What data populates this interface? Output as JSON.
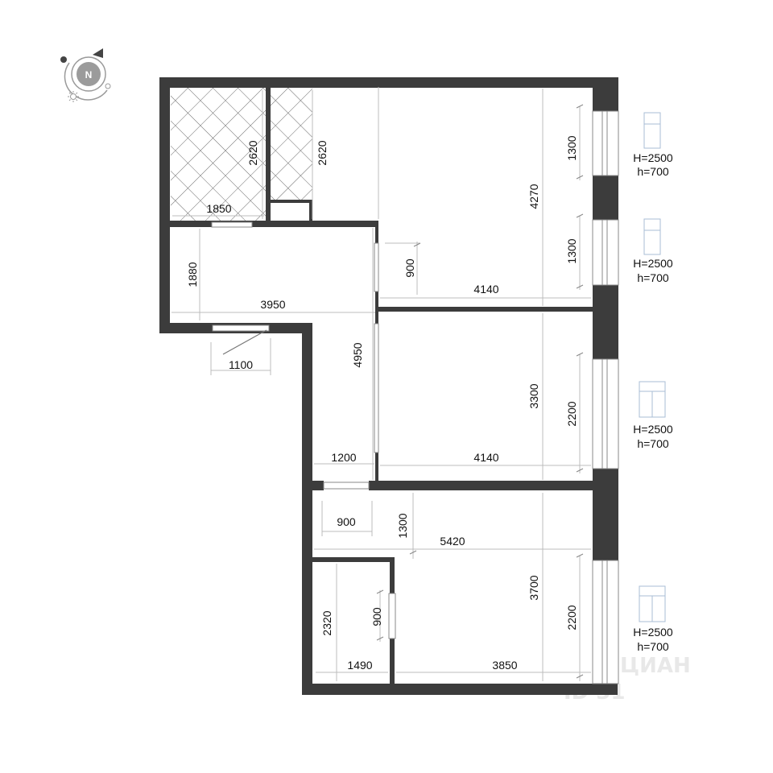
{
  "compass": {
    "label": "N"
  },
  "dimensions": {
    "bath1_height": "2620",
    "bath2_height": "2620",
    "bath_width": "1850",
    "hall_height": "1880",
    "hall_width": "3950",
    "entrance_door": "1100",
    "corridor_length": "4950",
    "corridor_width": "1200",
    "room1_height": "4270",
    "room1_win1": "1300",
    "room1_win2": "1300",
    "room1_door": "900",
    "room1_width": "4140",
    "room2_height": "3300",
    "room2_win": "2200",
    "room2_width": "4140",
    "kitchen_door": "900",
    "kitchen_strip": "1300",
    "kitchen_width": "5420",
    "kitchen_height": "3700",
    "kitchen_win": "2200",
    "closet_height": "2320",
    "closet_door": "900",
    "closet_width": "1490",
    "kitchen_lower_width": "3850"
  },
  "windows": [
    {
      "H": "H=2500",
      "h": "h=700"
    },
    {
      "H": "H=2500",
      "h": "h=700"
    },
    {
      "H": "H=2500",
      "h": "h=700"
    },
    {
      "H": "H=2500",
      "h": "h=700"
    }
  ],
  "colors": {
    "wall": "#3c3c3c",
    "dimline": "#bcbcbc",
    "window": "#a9bdd6"
  }
}
